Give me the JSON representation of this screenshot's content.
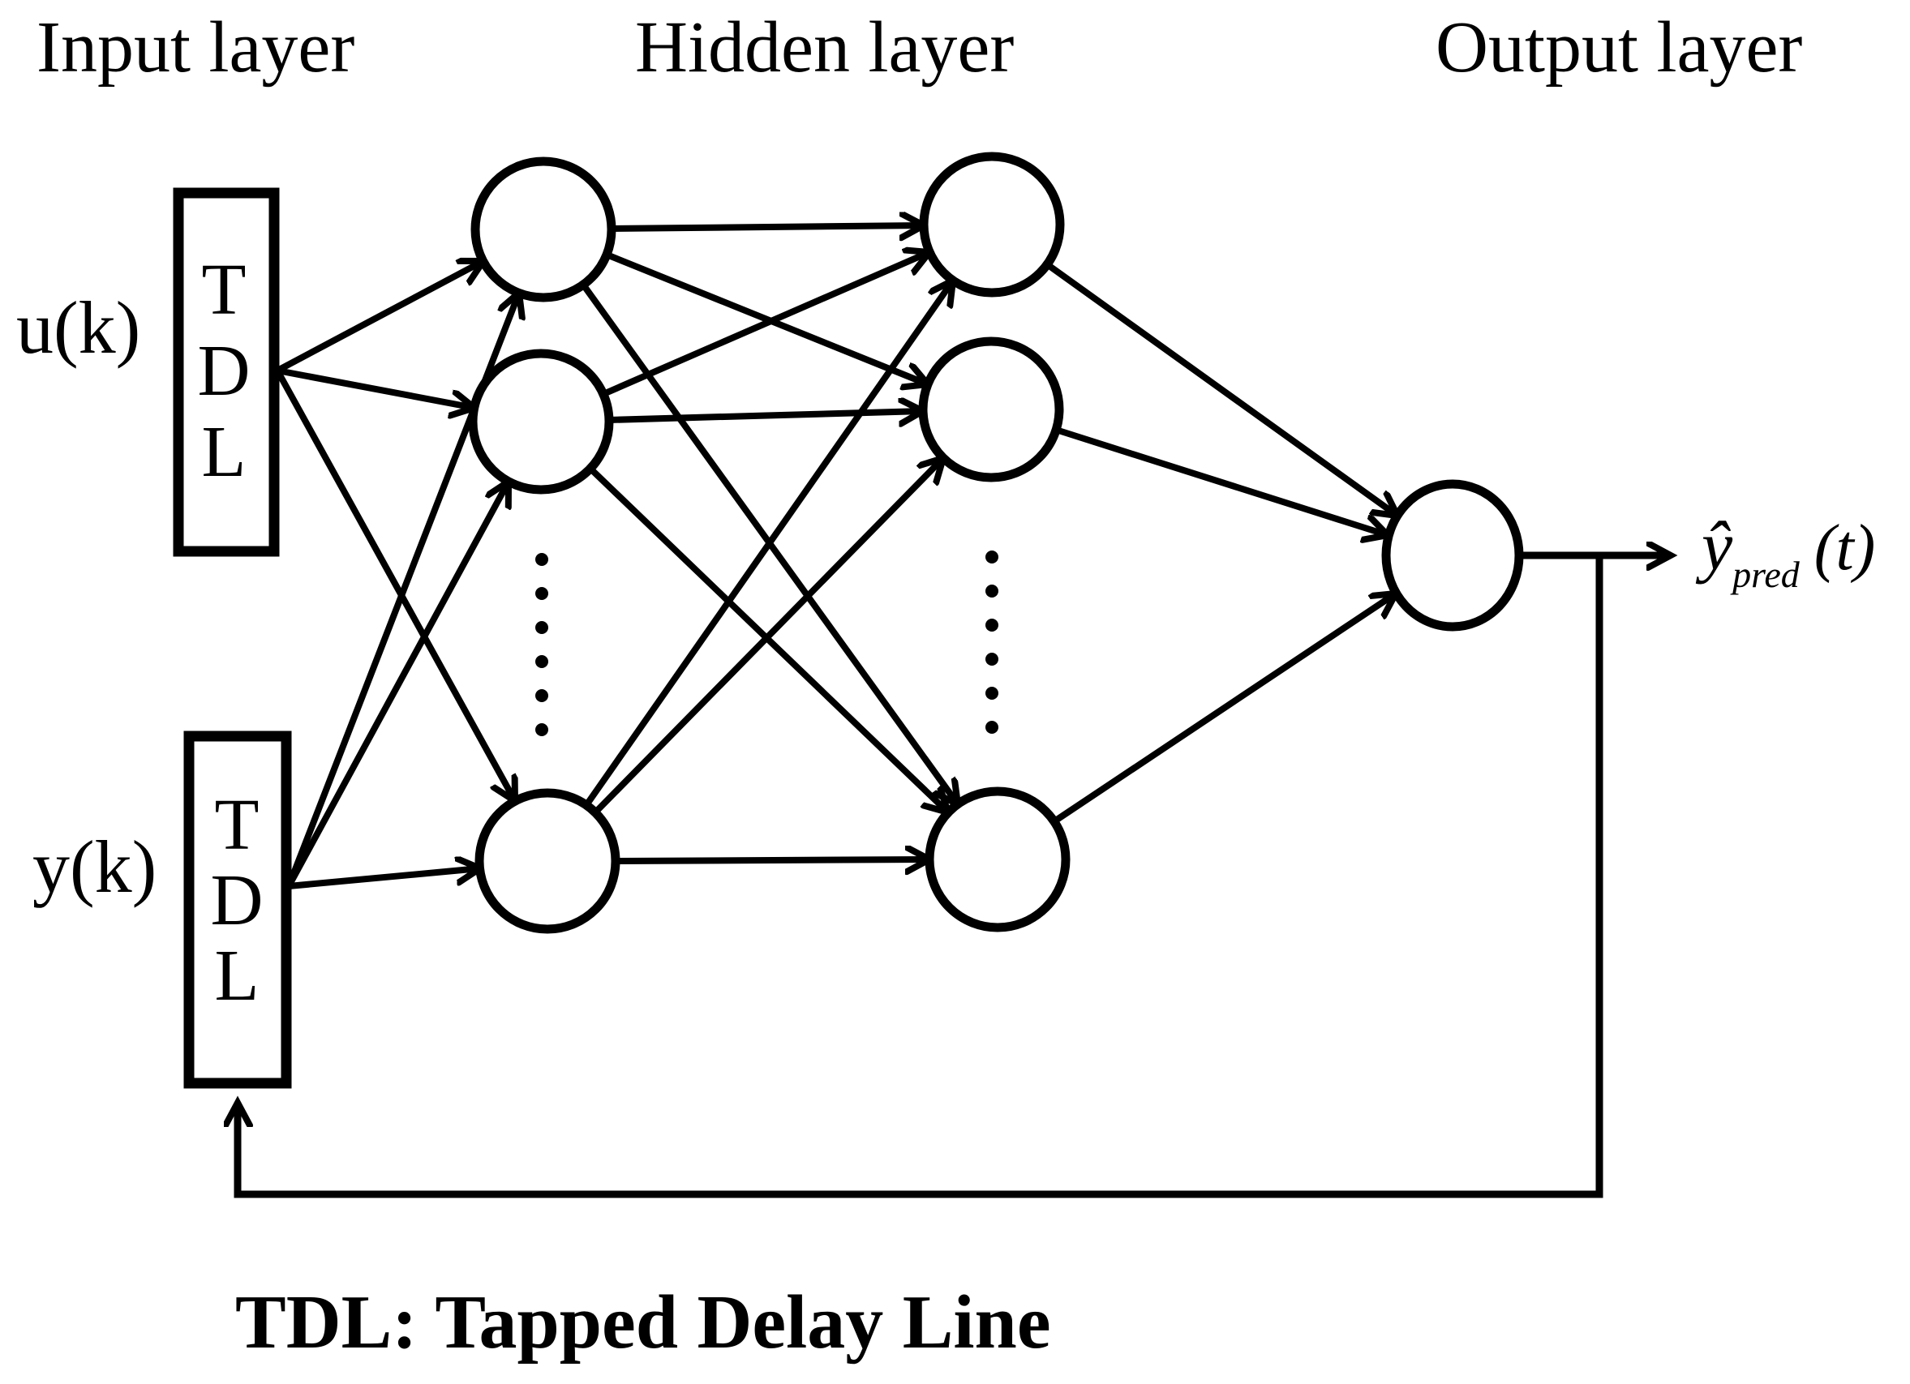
{
  "colors": {
    "ink": "#000000",
    "background": "#ffffff"
  },
  "headers": {
    "input": "Input layer",
    "hidden": "Hidden layer",
    "output": "Output layer"
  },
  "signals": {
    "input_u": "u(k)",
    "input_y": "y(k)"
  },
  "tdl_block": {
    "line1": "T",
    "line2": "D",
    "line3": "L"
  },
  "output_signal": {
    "base": "ŷ",
    "subscript": "pred",
    "argument": "(t)"
  },
  "caption": "TDL: Tapped Delay Line"
}
